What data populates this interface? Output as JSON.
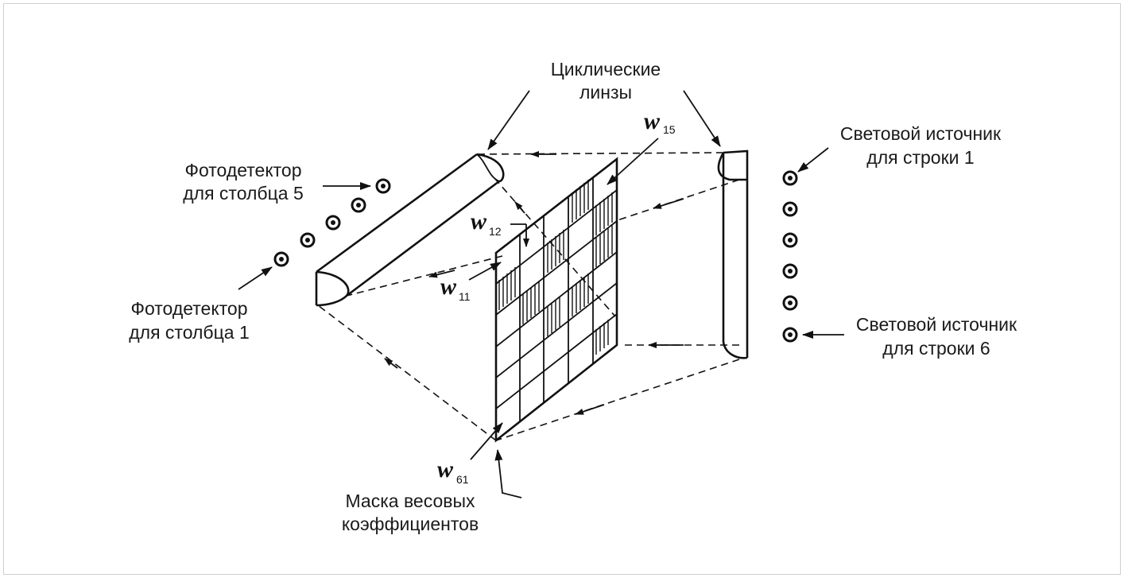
{
  "labels": {
    "cyclic_lenses": [
      "Циклические",
      "линзы"
    ],
    "photodetector_col5": [
      "Фотодетектор",
      "для столбца 5"
    ],
    "photodetector_col1": [
      "Фотодетектор",
      "для столбца 1"
    ],
    "light_source_row1": [
      "Световой источник",
      "для строки 1"
    ],
    "light_source_row6": [
      "Световой источник",
      "для строки 6"
    ],
    "weight_mask": [
      "Маска весовых",
      "коэффициентов"
    ]
  },
  "weights": {
    "w15": {
      "symbol": "w",
      "sub": "15"
    },
    "w12": {
      "symbol": "w",
      "sub": "12"
    },
    "w11": {
      "symbol": "w",
      "sub": "11"
    },
    "w61": {
      "symbol": "w",
      "sub": "61"
    }
  }
}
